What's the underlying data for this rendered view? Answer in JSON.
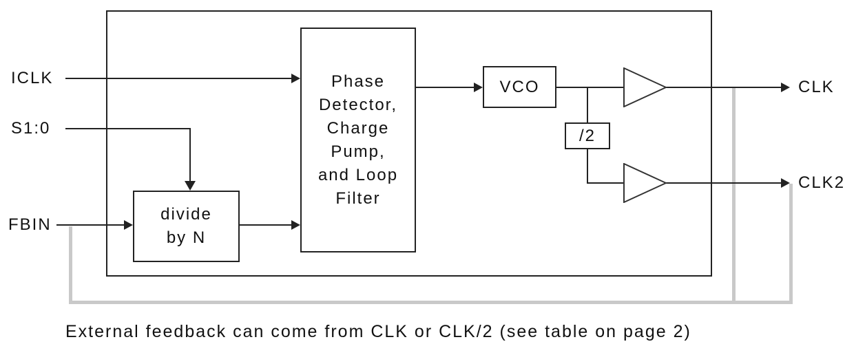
{
  "inputs": {
    "iclk": "ICLK",
    "s1_0": "S1:0",
    "fbin": "FBIN"
  },
  "outputs": {
    "clk": "CLK",
    "clk2": "CLK2"
  },
  "blocks": {
    "pll_core": {
      "lines": [
        "Phase",
        "Detector,",
        "Charge",
        "Pump,",
        "and Loop",
        "Filter"
      ]
    },
    "feedback_divider": {
      "lines": [
        "divide",
        "by N"
      ]
    },
    "vco": {
      "label": "VCO"
    },
    "output_divider": {
      "label": "/2"
    }
  },
  "figure": {
    "caption": "External feedback can come from CLK or CLK/2 (see table on page 2)"
  },
  "colors": {
    "signal_line": "#222222",
    "external_feedback_line": "#c9c9c9",
    "text": "#111111",
    "background": "#ffffff"
  }
}
